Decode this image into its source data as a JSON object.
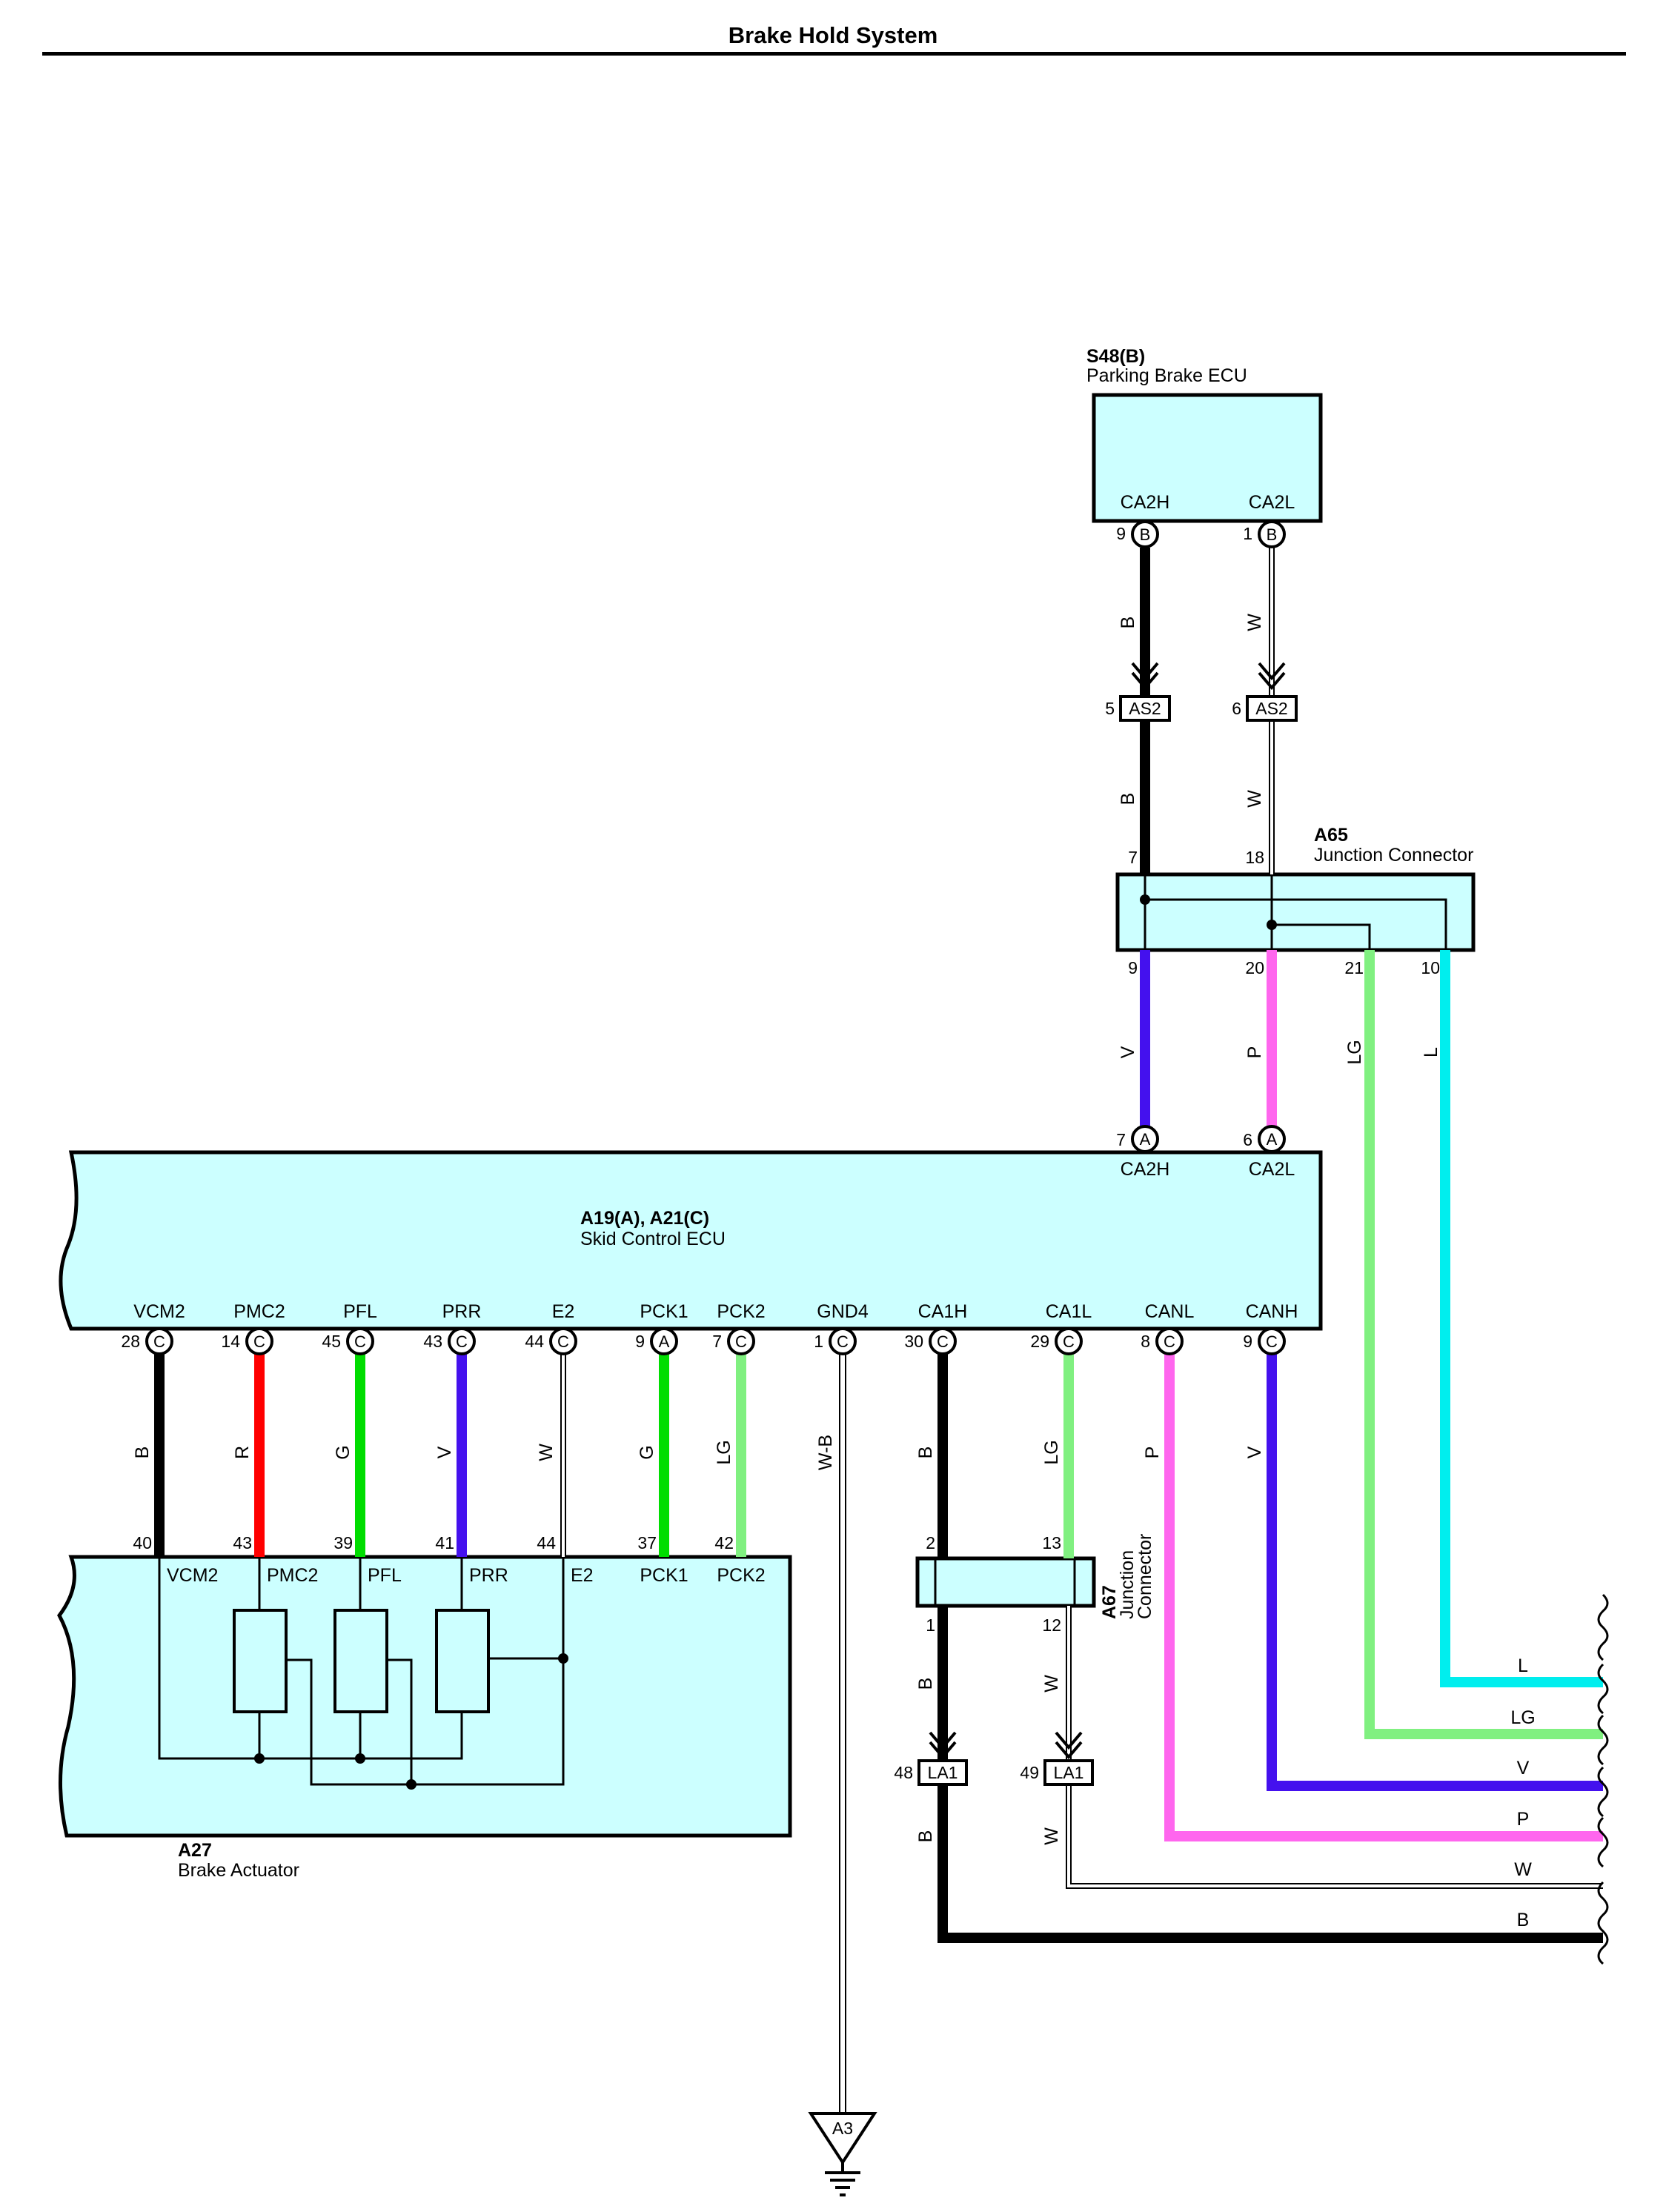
{
  "title": "Brake Hold System",
  "colors": {
    "fill": "#ccffff",
    "B": "#000000",
    "W": "#ffffff",
    "R": "#ff0000",
    "G": "#00dd00",
    "LG": "#80f080",
    "V": "#4411ee",
    "L": "#00eeee",
    "P": "#ff66ee",
    "W-B": "#ffffff"
  },
  "components": {
    "s48": {
      "code": "S48(B)",
      "name": "Parking Brake ECU"
    },
    "a65": {
      "code": "A65",
      "name": "Junction Connector"
    },
    "a19": {
      "code": "A19(A), A21(C)",
      "name": "Skid Control ECU"
    },
    "a27": {
      "code": "A27",
      "name": "Brake Actuator"
    },
    "a67": {
      "code": "A67",
      "name": "Junction Connector",
      "name_line1": "Junction",
      "name_line2": "Connector"
    },
    "a3": {
      "code": "A3",
      "name": "ground"
    }
  },
  "s48_terminals": [
    {
      "name": "CA2H",
      "pin": "9",
      "conn": "B"
    },
    {
      "name": "CA2L",
      "pin": "1",
      "conn": "B"
    }
  ],
  "as2": [
    {
      "pin": "5",
      "label": "AS2"
    },
    {
      "pin": "6",
      "label": "AS2"
    }
  ],
  "a65_pins": {
    "top": [
      "7",
      "18"
    ],
    "bottom": [
      "9",
      "20",
      "21",
      "10"
    ]
  },
  "a19_top_terminals": [
    {
      "name": "CA2H",
      "pin": "7",
      "conn": "A"
    },
    {
      "name": "CA2L",
      "pin": "6",
      "conn": "A"
    }
  ],
  "a19_bottom_terminals": [
    {
      "name": "VCM2",
      "pin": "28",
      "conn": "C",
      "wire": "B"
    },
    {
      "name": "PMC2",
      "pin": "14",
      "conn": "C",
      "wire": "R"
    },
    {
      "name": "PFL",
      "pin": "45",
      "conn": "C",
      "wire": "G"
    },
    {
      "name": "PRR",
      "pin": "43",
      "conn": "C",
      "wire": "V"
    },
    {
      "name": "E2",
      "pin": "44",
      "conn": "C",
      "wire": "W"
    },
    {
      "name": "PCK1",
      "pin": "9",
      "conn": "A",
      "wire": "G"
    },
    {
      "name": "PCK2",
      "pin": "7",
      "conn": "C",
      "wire": "LG"
    },
    {
      "name": "GND4",
      "pin": "1",
      "conn": "C",
      "wire": "W-B"
    },
    {
      "name": "CA1H",
      "pin": "30",
      "conn": "C",
      "wire": "B"
    },
    {
      "name": "CA1L",
      "pin": "29",
      "conn": "C",
      "wire": "LG"
    },
    {
      "name": "CANL",
      "pin": "8",
      "conn": "C",
      "wire": "P"
    },
    {
      "name": "CANH",
      "pin": "9",
      "conn": "C",
      "wire": "V"
    }
  ],
  "a27_terminals": [
    {
      "name": "VCM2",
      "pin": "40"
    },
    {
      "name": "PMC2",
      "pin": "43"
    },
    {
      "name": "PFL",
      "pin": "39"
    },
    {
      "name": "PRR",
      "pin": "41"
    },
    {
      "name": "E2",
      "pin": "44"
    },
    {
      "name": "PCK1",
      "pin": "37"
    },
    {
      "name": "PCK2",
      "pin": "42"
    }
  ],
  "a67_pins": {
    "top": [
      "2",
      "13"
    ],
    "bottom": [
      "1",
      "12"
    ]
  },
  "la1": [
    {
      "pin": "48",
      "label": "LA1"
    },
    {
      "pin": "49",
      "label": "LA1"
    }
  ],
  "wire_labels": {
    "s48_h": "B",
    "s48_l": "W",
    "as2_h": "B",
    "as2_l": "W",
    "a65_9": "V",
    "a65_20": "P",
    "a65_21": "LG",
    "a65_10": "L",
    "a67_1": "B",
    "a67_12": "W",
    "la1_48": "B",
    "la1_49": "W"
  },
  "bus_labels": [
    "L",
    "LG",
    "V",
    "P",
    "W",
    "B"
  ]
}
